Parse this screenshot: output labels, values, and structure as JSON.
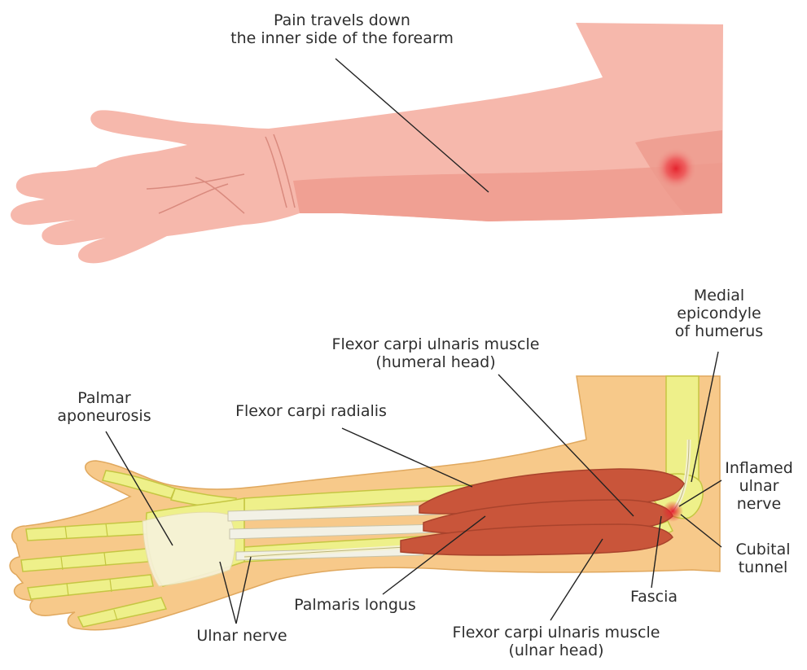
{
  "top_arm": {
    "callout": [
      "Pain travels down",
      "the inner side of the forearm"
    ]
  },
  "bottom_arm": {
    "labels": {
      "medial_epicondyle": [
        "Medial",
        "epicondyle",
        "of humerus"
      ],
      "fcu_humeral": [
        "Flexor carpi ulnaris muscle",
        "(humeral head)"
      ],
      "palmar_aponeurosis": [
        "Palmar",
        "aponeurosis"
      ],
      "flexor_carpi_radialis": [
        "Flexor carpi radialis"
      ],
      "inflamed_ulnar_nerve": [
        "Inflamed",
        "ulnar",
        "nerve"
      ],
      "cubital_tunnel": [
        "Cubital",
        "tunnel"
      ],
      "palmaris_longus": [
        "Palmaris longus"
      ],
      "fascia": [
        "Fascia"
      ],
      "fcu_ulnar": [
        "Flexor carpi ulnaris muscle",
        "(ulnar head)"
      ],
      "ulnar_nerve": [
        "Ulnar nerve"
      ]
    }
  },
  "colors": {
    "skin_light": "#f6b8ac",
    "skin_mid": "#f0a093",
    "skin_dark": "#e8887c",
    "inflammation": "#e5242e",
    "tissue": "#f7c98a",
    "tissue_outline": "#e0a85e",
    "bone": "#eef08a",
    "bone_outline": "#c5c642",
    "muscle": "#c9553a",
    "muscle_outline": "#a9432c",
    "tendon": "#f2f1e6",
    "aponeurosis": "#f6f3dc"
  }
}
